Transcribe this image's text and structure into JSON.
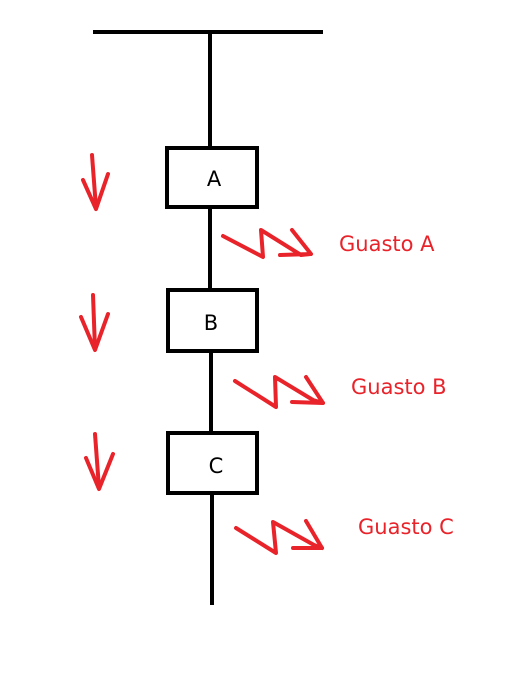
{
  "colors": {
    "line": "#000000",
    "accent": "#e8232a"
  },
  "boxes": [
    {
      "label": "A"
    },
    {
      "label": "B"
    },
    {
      "label": "C"
    }
  ],
  "faults": [
    {
      "label": "Guasto A"
    },
    {
      "label": "Guasto B"
    },
    {
      "label": "Guasto C"
    }
  ],
  "icons": {
    "downstream": "down-arrow-icon",
    "fault": "lightning-bolt-icon"
  }
}
